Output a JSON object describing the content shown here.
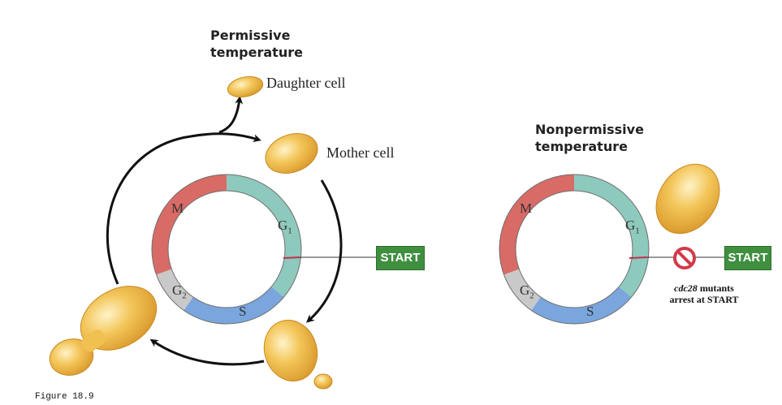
{
  "left_panel": {
    "heading_line1": "Permissive",
    "heading_line2": "temperature",
    "daughter_label": "Daughter cell",
    "mother_label": "Mother cell",
    "phases": {
      "M": "M",
      "G1": "G",
      "G1_sub": "1",
      "S": "S",
      "G2": "G",
      "G2_sub": "2"
    },
    "start_label": "START"
  },
  "right_panel": {
    "heading_line1": "Nonpermissive",
    "heading_line2": "temperature",
    "phases": {
      "M": "M",
      "G1": "G",
      "G1_sub": "1",
      "S": "S",
      "G2": "G",
      "G2_sub": "2"
    },
    "start_label": "START",
    "note_italic": "cdc28",
    "note_rest_line1": " mutants",
    "note_line2": "arrest at START"
  },
  "caption": "Figure 18.9",
  "colors": {
    "M": "#d96b66",
    "G1": "#8ec9bd",
    "S": "#7aa6dd",
    "G2": "#c9c9c9",
    "start_box": "#3f8f3f",
    "start_mark": "#c0304a",
    "stop_sign": "#d23a4a",
    "yeast": "#f0c050"
  }
}
